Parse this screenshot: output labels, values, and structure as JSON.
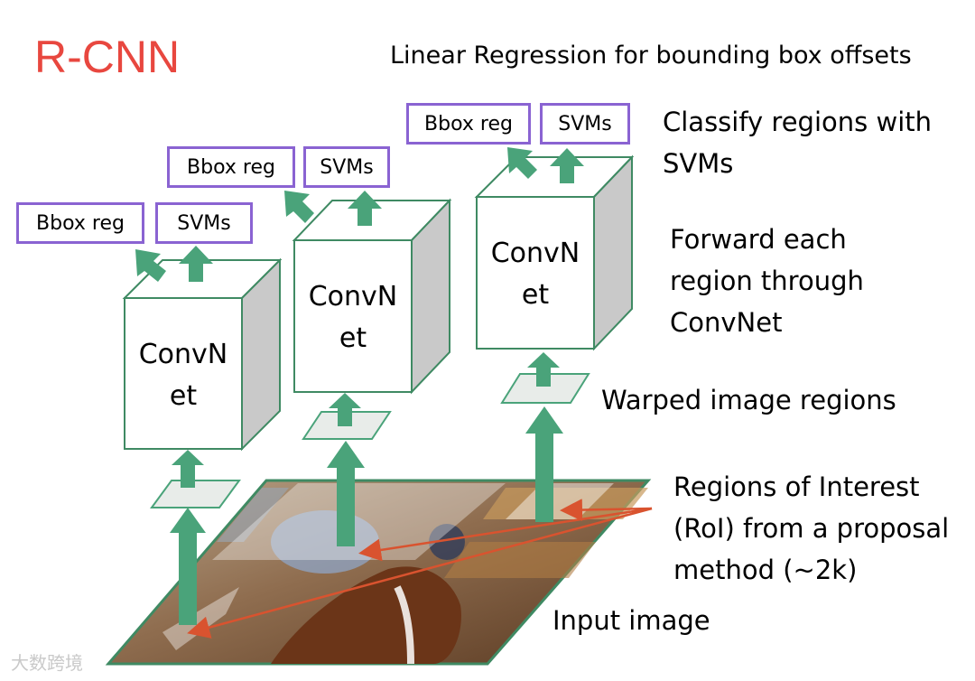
{
  "title": "R-CNN",
  "annotations": {
    "linear_regression": "Linear Regression for bounding box offsets",
    "classify_line1": "Classify regions with",
    "classify_line2": "SVMs",
    "forward_line1": "Forward each",
    "forward_line2": "region through",
    "forward_line3": "ConvNet",
    "warped": "Warped image regions",
    "roi_line1": "Regions of Interest",
    "roi_line2": "(RoI) from a proposal",
    "roi_line3": "method (~2k)",
    "input_image": "Input image"
  },
  "columns": [
    {
      "bbox_label": "Bbox reg",
      "svm_label": "SVMs",
      "convnet_line1": "ConvN",
      "convnet_line2": "et"
    },
    {
      "bbox_label": "Bbox reg",
      "svm_label": "SVMs",
      "convnet_line1": "ConvN",
      "convnet_line2": "et"
    },
    {
      "bbox_label": "Bbox reg",
      "svm_label": "SVMs",
      "convnet_line1": "ConvN",
      "convnet_line2": "et"
    }
  ],
  "watermark": "大数跨境",
  "colors": {
    "title": "#e8473f",
    "arrow": "#4aa37a",
    "box_border": "#8a63d2",
    "cube_edge": "#3f8a63",
    "roi_arrow": "#d9532f"
  }
}
